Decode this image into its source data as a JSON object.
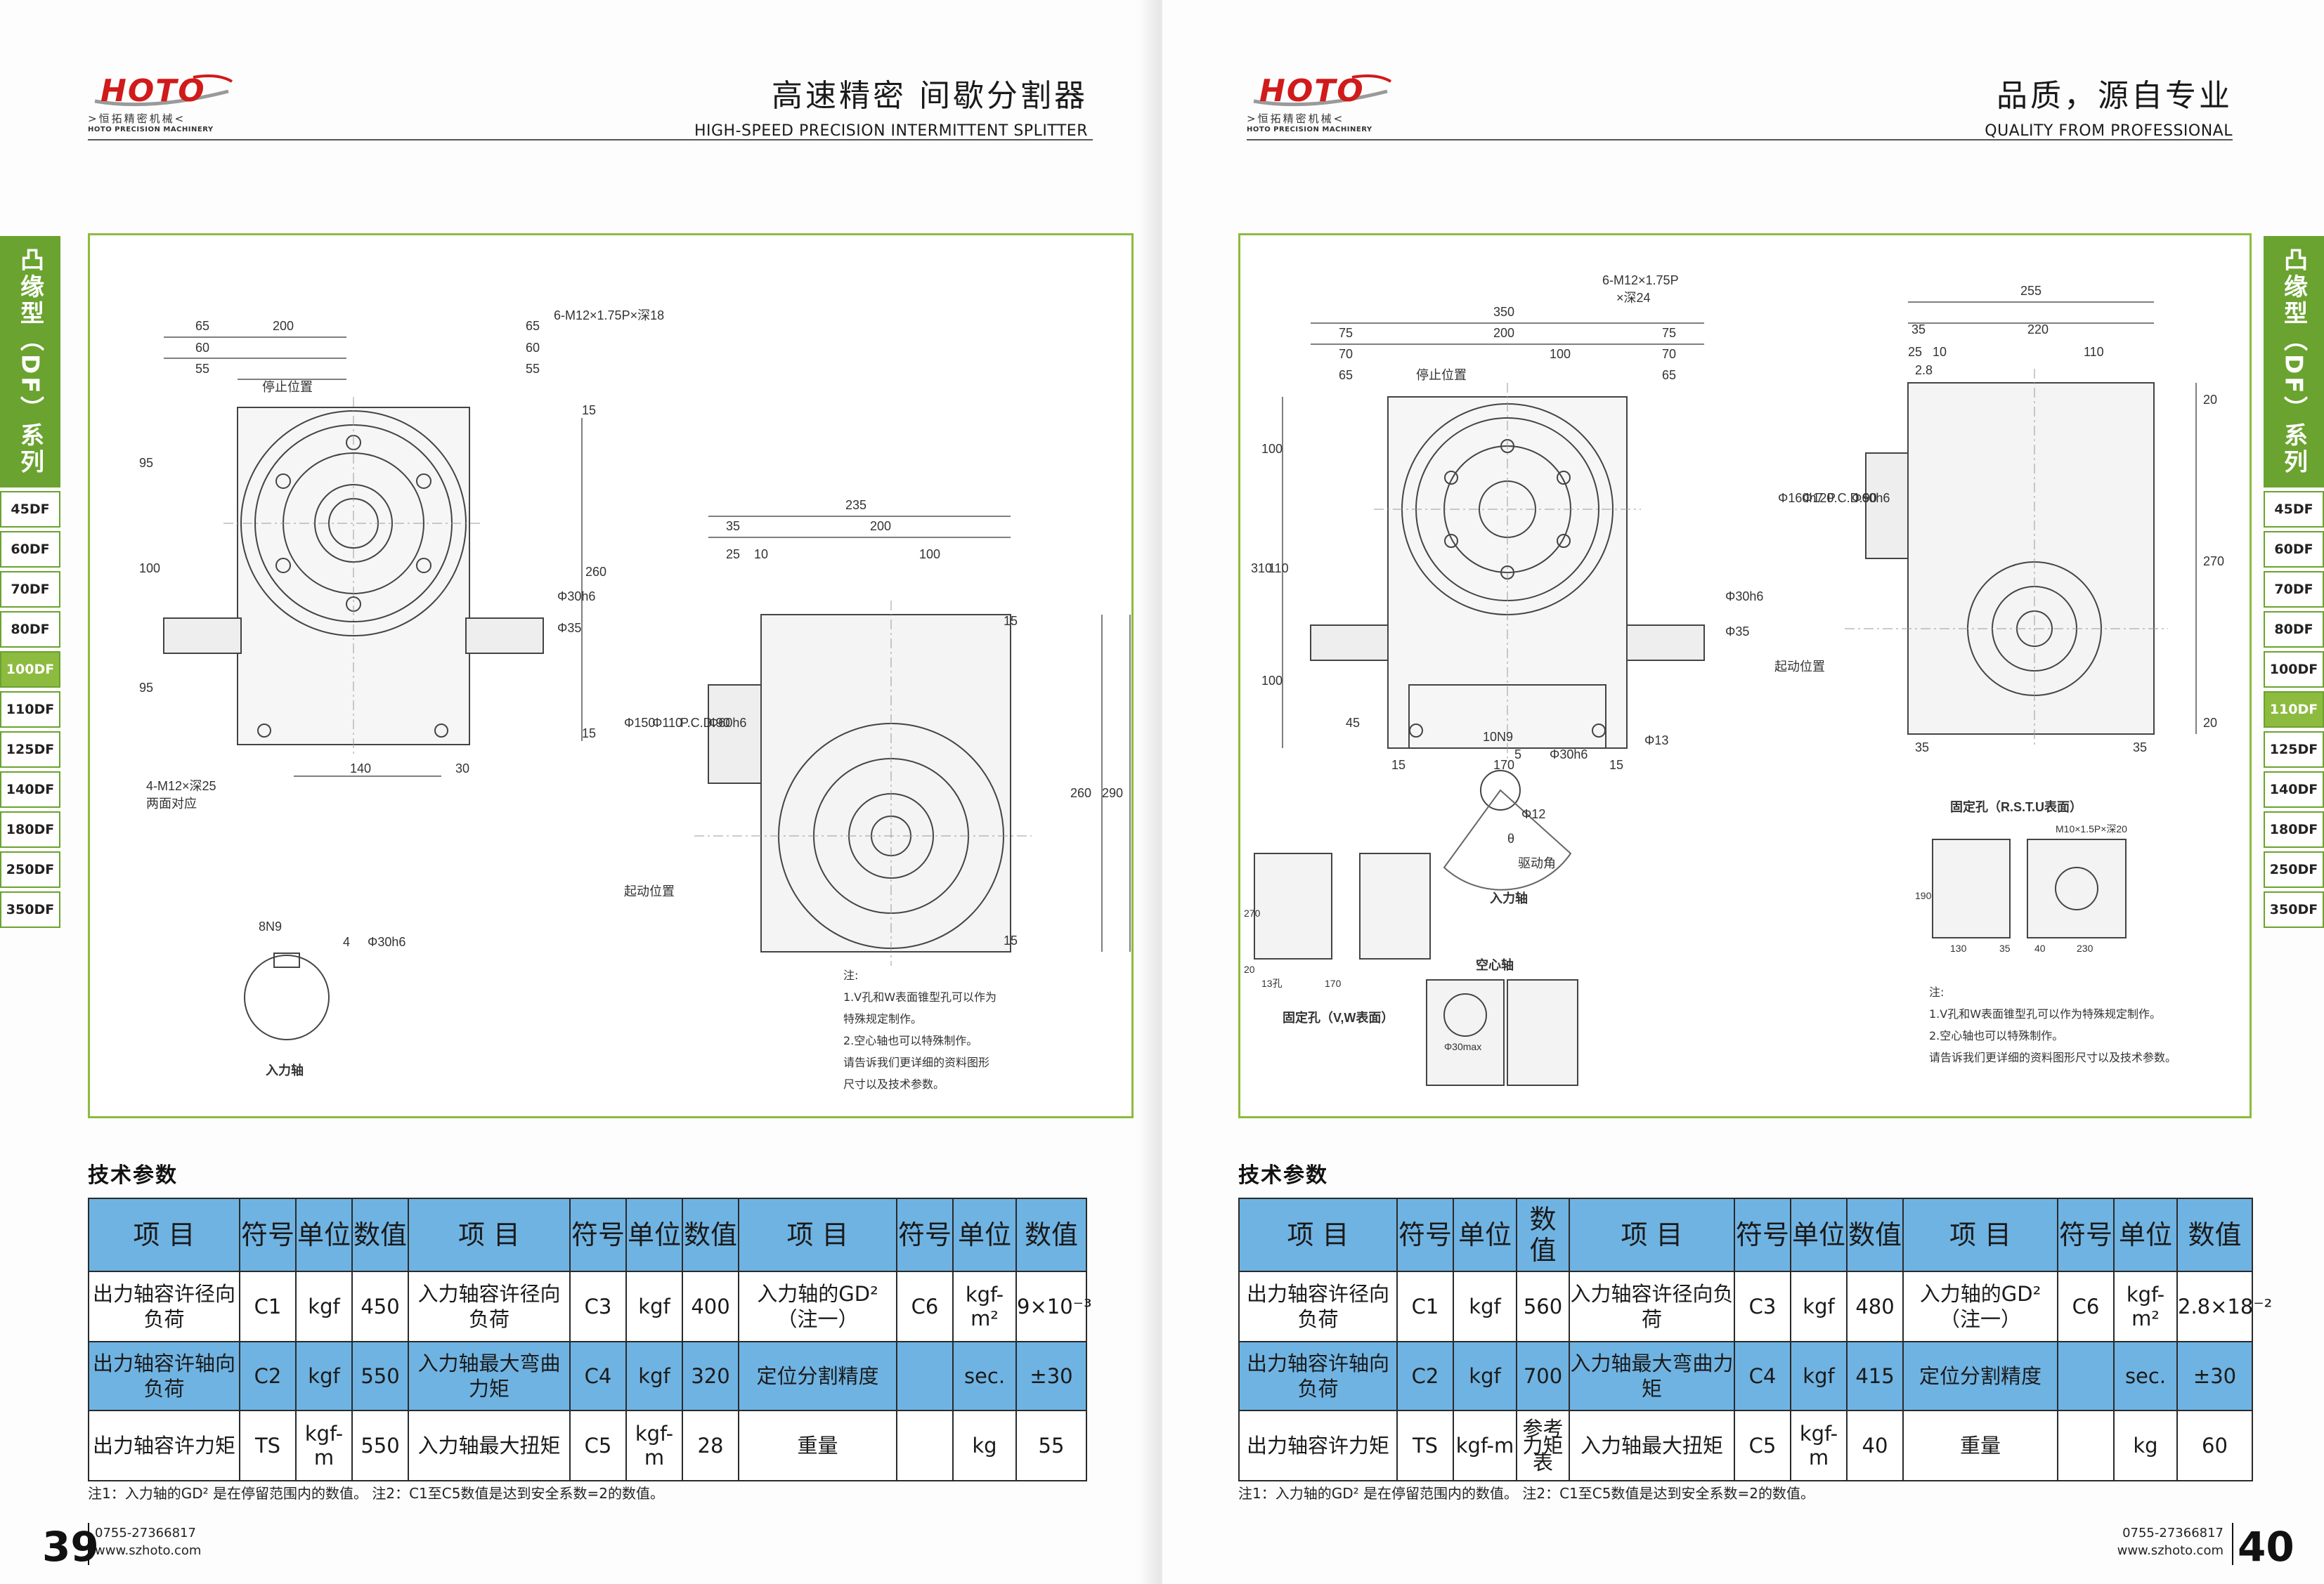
{
  "brand": {
    "logo_word": "HOTO",
    "cn": ">恒拓精密机械<",
    "en": "HOTO PRECISION MACHINERY",
    "red": "#d11a1a"
  },
  "colors": {
    "green": "#8dbb3f",
    "tab_green": "#6aa32f",
    "table_blue": "#6fb3e2"
  },
  "side_tabs": {
    "series_label": "凸缘型（DF）系列",
    "items": [
      "45DF",
      "60DF",
      "70DF",
      "80DF",
      "100DF",
      "110DF",
      "125DF",
      "140DF",
      "180DF",
      "250DF",
      "350DF"
    ]
  },
  "left": {
    "header_cn": "高速精密  间歇分割器",
    "header_en": "HIGH-SPEED PRECISION INTERMITTENT SPLITTER",
    "active_tab": "100DF",
    "drawing": {
      "front_dims": [
        "65",
        "60",
        "55",
        "200",
        "65",
        "60",
        "55",
        "95",
        "100",
        "95",
        "260",
        "15",
        "15",
        "140",
        "30"
      ],
      "side_dims": [
        "235",
        "35",
        "25",
        "10",
        "200",
        "100",
        "260",
        "290",
        "15",
        "15"
      ],
      "labels": {
        "hole_top": "6-M12×1.75P×深18",
        "stop_pos": "停止位置",
        "shaft_30": "Φ30h6",
        "shaft_35": "Φ35",
        "bolt_holes": "4-M12×深25",
        "both_sides": "两面对应",
        "d150": "Φ150",
        "d110": "Φ110",
        "pcd90": "P.C.D.90",
        "d60": "Φ60h6",
        "start_pos": "起动位置",
        "key": "8N9",
        "key_depth": "4",
        "key_shaft": "Φ30h6",
        "input_shaft": "入力轴"
      },
      "notes": [
        "注:",
        "1.V孔和W表面锥型孔可以作为",
        "特殊规定制作。",
        "2.空心轴也可以特殊制作。",
        "请告诉我们更详细的资料图形",
        "尺寸以及技术参数。"
      ]
    },
    "tech_title": "技术参数",
    "table": {
      "headers": [
        "项  目",
        "符号",
        "单位",
        "数值",
        "项  目",
        "符号",
        "单位",
        "数值",
        "项  目",
        "符号",
        "单位",
        "数值"
      ],
      "rows": [
        [
          "出力轴容许径向负荷",
          "C1",
          "kgf",
          "450",
          "入力轴容许径向负荷",
          "C3",
          "kgf",
          "400",
          "入力轴的GD²（注一）",
          "C6",
          "kgf-m²",
          "9×10⁻³"
        ],
        [
          "出力轴容许轴向负荷",
          "C2",
          "kgf",
          "550",
          "入力轴最大弯曲力矩",
          "C4",
          "kgf",
          "320",
          "定位分割精度",
          "",
          "sec.",
          "±30"
        ],
        [
          "出力轴容许力矩",
          "TS",
          "kgf-m",
          "550",
          "入力轴最大扭矩",
          "C5",
          "kgf-m",
          "28",
          "重量",
          "",
          "kg",
          "55"
        ]
      ]
    },
    "footnote": "注1：入力轴的GD² 是在停留范围内的数值。  注2：C1至C5数值是达到安全系数=2的数值。",
    "page_number": "39",
    "phone": "0755-27366817",
    "web": "www.szhoto.com"
  },
  "right": {
    "header_cn": "品质，源自专业",
    "header_en": "QUALITY FROM PROFESSIONAL",
    "active_tab": "110DF",
    "drawing": {
      "front_dims": [
        "350",
        "75",
        "70",
        "65",
        "200",
        "100",
        "75",
        "70",
        "65",
        "100",
        "310",
        "110",
        "100",
        "45",
        "15",
        "170",
        "15"
      ],
      "side_dims": [
        "255",
        "35",
        "25",
        "10",
        "2.8",
        "220",
        "110",
        "20",
        "270",
        "20",
        "35",
        "35"
      ],
      "labels": {
        "hole_top": "6-M12×1.75P",
        "hole_depth": "×深24",
        "stop_pos": "停止位置",
        "shaft_30": "Φ30h6",
        "shaft_35": "Φ35",
        "hole_13": "Φ13",
        "d160": "Φ160h7",
        "d120": "Φ120",
        "pcd90": "P.C.D.90",
        "d60": "Φ60h6",
        "start_pos": "起动位置",
        "key": "10N9",
        "key_depth": "5",
        "key_shaft": "Φ30h6",
        "key_12": "Φ12",
        "theta": "θ",
        "drive_angle": "驱动角",
        "input_shaft": "入力轴",
        "fix_rstu": "固定孔（R.S.T.U表面）",
        "fix_vw": "固定孔（V,W表面）",
        "hollow": "空心轴",
        "m10": "M10×1.5P×深20",
        "hollow_d": "Φ30max"
      },
      "small_dims": [
        "270",
        "20",
        "13孔",
        "170",
        "190",
        "130",
        "35",
        "40",
        "230"
      ],
      "notes": [
        "注:",
        "1.V孔和W表面锥型孔可以作为特殊规定制作。",
        "2.空心轴也可以特殊制作。",
        "请告诉我们更详细的资料图形尺寸以及技术参数。"
      ]
    },
    "tech_title": "技术参数",
    "table": {
      "headers": [
        "项  目",
        "符号",
        "单位",
        "数值",
        "项  目",
        "符号",
        "单位",
        "数值",
        "项  目",
        "符号",
        "单位",
        "数值"
      ],
      "rows": [
        [
          "出力轴容许径向负荷",
          "C1",
          "kgf",
          "560",
          "入力轴容许径向负荷",
          "C3",
          "kgf",
          "480",
          "入力轴的GD²（注一）",
          "C6",
          "kgf-m²",
          "2.8×18⁻²"
        ],
        [
          "出力轴容许轴向负荷",
          "C2",
          "kgf",
          "700",
          "入力轴最大弯曲力矩",
          "C4",
          "kgf",
          "415",
          "定位分割精度",
          "",
          "sec.",
          "±30"
        ],
        [
          "出力轴容许力矩",
          "TS",
          "kgf-m",
          "参考力矩表",
          "入力轴最大扭矩",
          "C5",
          "kgf-m",
          "40",
          "重量",
          "",
          "kg",
          "60"
        ]
      ]
    },
    "footnote": "注1：入力轴的GD² 是在停留范围内的数值。  注2：C1至C5数值是达到安全系数=2的数值。",
    "page_number": "40",
    "phone": "0755-27366817",
    "web": "www.szhoto.com"
  }
}
